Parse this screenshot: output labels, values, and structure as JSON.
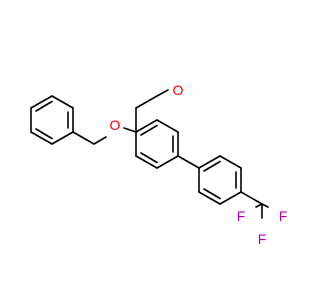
{
  "molecule": {
    "atoms": [
      {
        "label": "O",
        "color": "#ff0000",
        "role": "aldehyde-oxygen"
      },
      {
        "label": "O",
        "color": "#ff0000",
        "role": "ether-oxygen"
      },
      {
        "label": "F",
        "color": "#b000b0",
        "role": "fluorine"
      },
      {
        "label": "F",
        "color": "#b000b0",
        "role": "fluorine"
      },
      {
        "label": "F",
        "color": "#b000b0",
        "role": "fluorine"
      }
    ],
    "bond_color": "#000000"
  }
}
